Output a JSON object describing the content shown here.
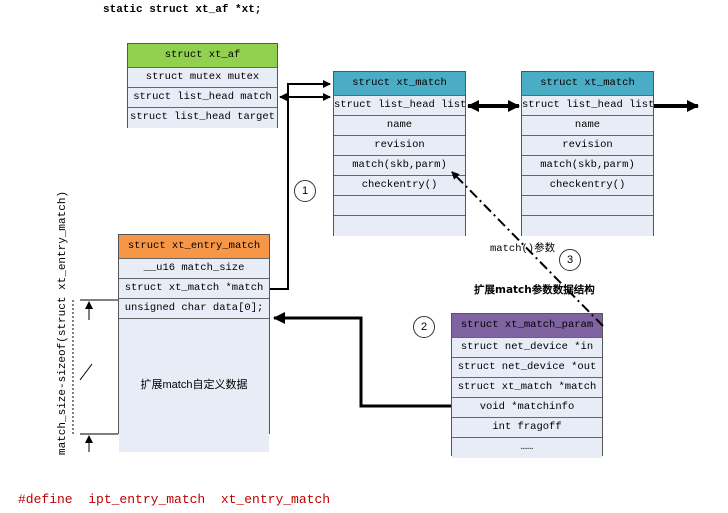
{
  "title": "static struct xt_af *xt;",
  "xt_af": {
    "header": "struct xt_af",
    "rows": [
      "struct mutex mutex",
      "struct list_head match",
      "struct list_head target"
    ]
  },
  "xt_match_1": {
    "header": "struct xt_match",
    "rows": [
      "struct list_head list",
      "name",
      "revision",
      "match(skb,parm)",
      "checkentry()",
      "",
      ""
    ]
  },
  "xt_match_2": {
    "header": "struct xt_match",
    "rows": [
      "struct list_head list",
      "name",
      "revision",
      "match(skb,parm)",
      "checkentry()",
      "",
      ""
    ]
  },
  "xt_entry_match": {
    "header": "struct xt_entry_match",
    "rows": [
      "__u16 match_size",
      "struct xt_match *match",
      "unsigned char data[0];"
    ],
    "body": "扩展match自定义数据"
  },
  "xt_match_param": {
    "header": "struct xt_match_param",
    "rows": [
      "struct net_device *in",
      "struct net_device *out",
      "struct xt_match *match",
      "void *matchinfo",
      "int fragoff",
      "……"
    ]
  },
  "labels": {
    "match_param": "match()参数",
    "ext_struct": "扩展match参数数据结构",
    "size_label": "match_size-sizeof(struct xt_entry_match)",
    "circle1": "1",
    "circle2": "2",
    "circle3": "3"
  },
  "define": "#define  ipt_entry_match  xt_entry_match",
  "colors": {
    "xt_af": "#92d050",
    "xt_match": "#4bacc6",
    "xt_entry_match": "#f79646",
    "xt_match_param": "#8064a2",
    "define": "#c00000"
  }
}
